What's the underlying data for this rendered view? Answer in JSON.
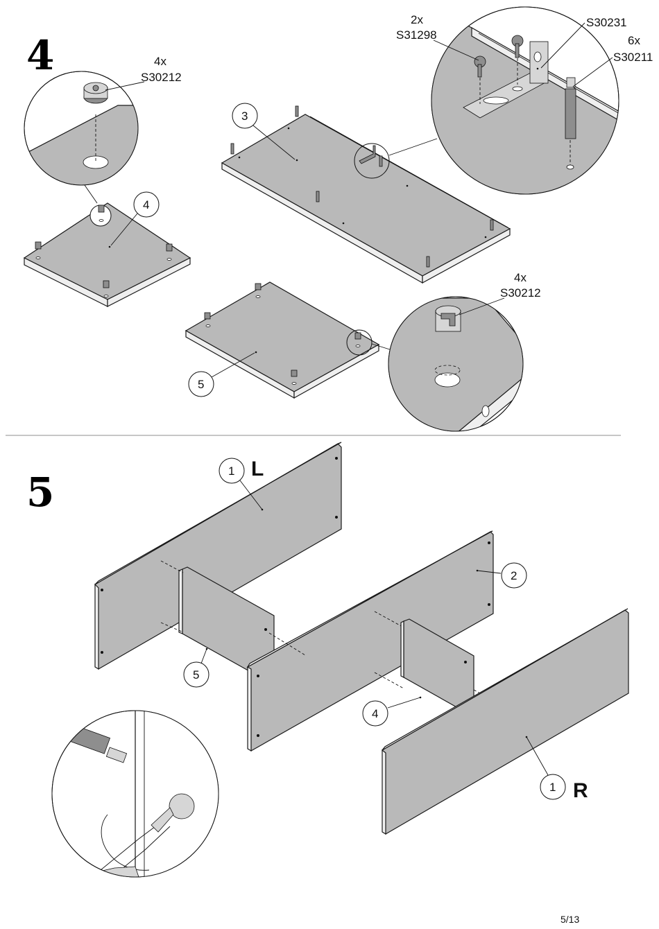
{
  "steps": [
    {
      "number": "4",
      "callouts": [
        {
          "qty": "4x",
          "code": "S30212"
        },
        {
          "qty": "2x",
          "code": "S31298"
        },
        {
          "qty": "",
          "code": "S30231"
        },
        {
          "qty": "6x",
          "code": "S30211"
        },
        {
          "qty": "4x",
          "code": "S30212"
        }
      ],
      "parts": [
        "3",
        "4",
        "5"
      ]
    },
    {
      "number": "5",
      "parts": [
        "1",
        "2",
        "5",
        "4",
        "1"
      ],
      "side_left": "L",
      "side_right": "R"
    }
  ],
  "page": "5/13"
}
